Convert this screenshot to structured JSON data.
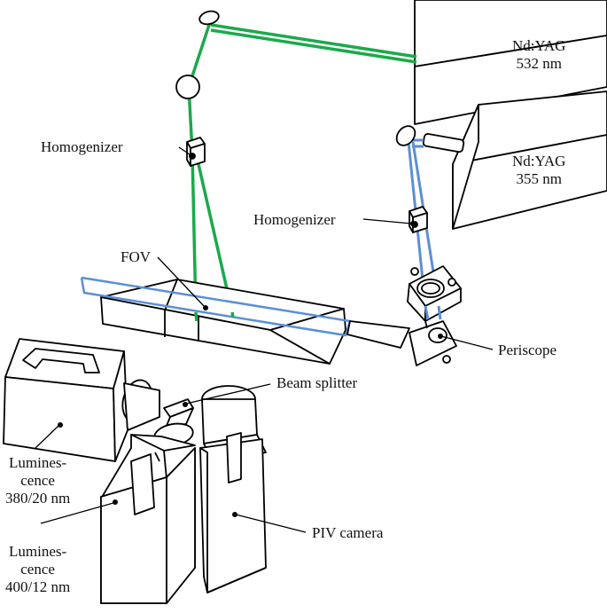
{
  "labels": {
    "laser_532": [
      "Nd:YAG",
      "532 nm"
    ],
    "laser_355": [
      "Nd:YAG",
      "355 nm"
    ],
    "homogenizer_1": "Homogenizer",
    "homogenizer_2": "Homogenizer",
    "fov": "FOV",
    "periscope": "Periscope",
    "beam_splitter": "Beam splitter",
    "lum_380": [
      "Lumines-",
      "cence",
      "380/20 nm"
    ],
    "lum_400": [
      "Lumines-",
      "cence",
      "400/12 nm"
    ],
    "piv_camera": "PIV camera"
  },
  "colors": {
    "green_beam": "#1aaa4a",
    "blue_beam": "#5b8fd6",
    "outline": "#000000"
  }
}
